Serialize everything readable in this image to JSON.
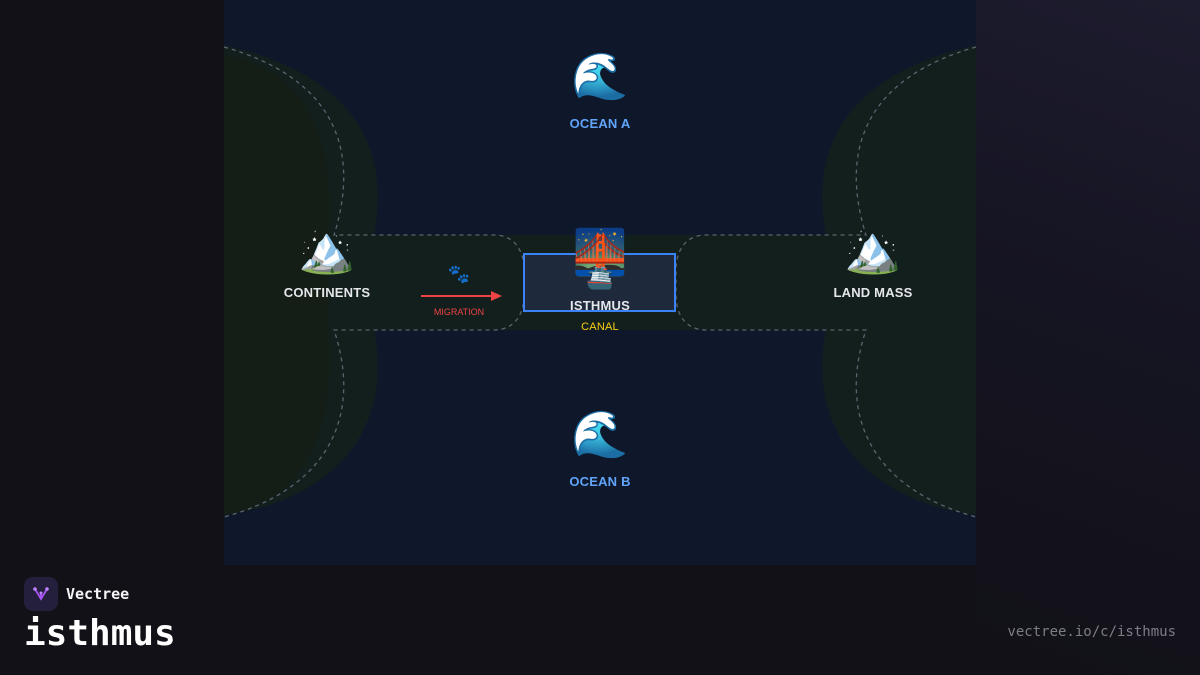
{
  "diagram": {
    "nodes": {
      "ocean_a": {
        "icon": "wave-icon",
        "glyph": "🌊",
        "label": "OCEAN A"
      },
      "ocean_b": {
        "icon": "wave-icon",
        "glyph": "🌊",
        "label": "OCEAN B"
      },
      "continents": {
        "icon": "mountain-icon",
        "glyph": "🏔️",
        "label": "CONTINENTS"
      },
      "land_mass": {
        "icon": "mountain-icon",
        "glyph": "🏔️",
        "label": "LAND MASS"
      },
      "isthmus": {
        "icon": "bridge-icon",
        "glyph": "🌉",
        "label": "ISTHMUS"
      },
      "canal": {
        "icon": "ship-icon",
        "glyph": "🚢",
        "label": "CANAL"
      },
      "migration": {
        "icon": "paw-prints-icon",
        "glyph": "🐾",
        "label": "MIGRATION"
      }
    },
    "colors": {
      "background": "#0f172a",
      "land": "#16201f",
      "ocean_label": "#60a5fa",
      "highlight_box": "#3b82f6",
      "canal_label": "#facc15",
      "migration_arrow": "#ef4444"
    }
  },
  "footer": {
    "brand_name": "Vectree",
    "slug": "isthmus",
    "url": "vectree.io/c/isthmus"
  }
}
